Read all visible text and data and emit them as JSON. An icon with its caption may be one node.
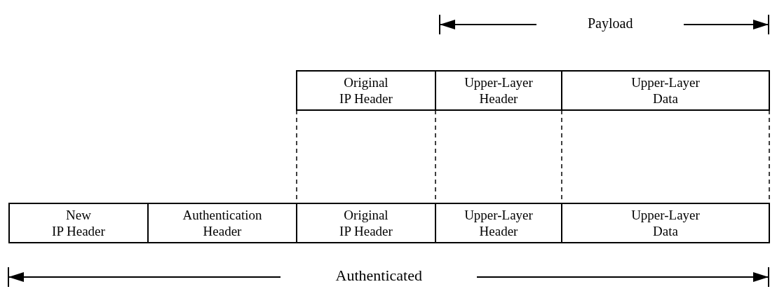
{
  "diagram": {
    "nodes": [
      {
        "text": [
          "Original IP Header"
        ]
      },
      {
        "text": [
          "Upper-Layer Header"
        ]
      },
      {
        "text": [
          "Upper-Layer Data"
        ]
      },
      {
        "text": [
          "New IP Header"
        ]
      },
      {
        "text": [
          "Authentication Header"
        ]
      },
      {
        "text": [
          "Original IP Header"
        ]
      },
      {
        "text": [
          "Upper-Layer Header"
        ]
      },
      {
        "text": [
          "Upper-Layer Data"
        ]
      }
    ],
    "labels": [
      "Payload",
      "Authenticated"
    ]
  }
}
